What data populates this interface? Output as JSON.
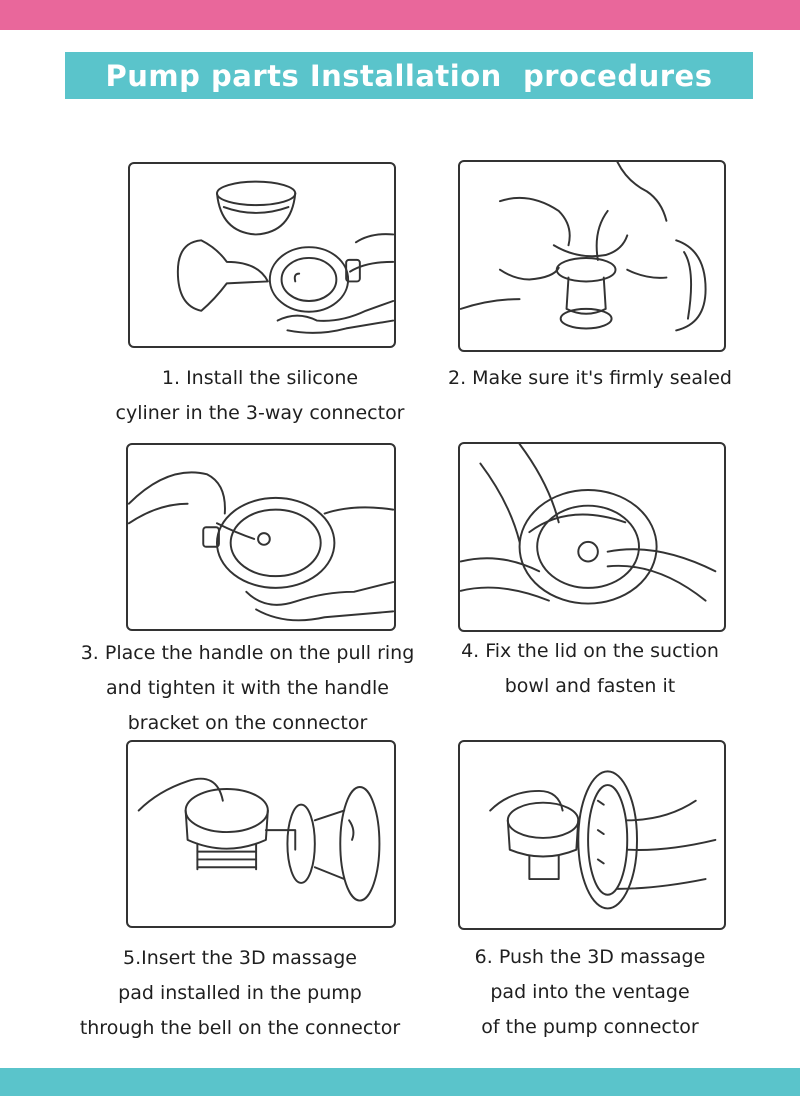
{
  "colors": {
    "top_stripe": "#e9679b",
    "banner": "#5ac4cb",
    "bottom_stripe": "#5ac4cb",
    "line_art": "#333333"
  },
  "header": {
    "title": "Pump parts Installation  procedures"
  },
  "steps": [
    {
      "lines": [
        "1. Install the silicone",
        "cyliner in the 3-way connector"
      ]
    },
    {
      "lines": [
        "2. Make sure  it's firmly sealed"
      ]
    },
    {
      "lines": [
        "3. Place the handle on the pull ring",
        "and tighten it with the handle",
        "bracket on the connector"
      ]
    },
    {
      "lines": [
        "4. Fix the lid on the suction",
        "bowl and fasten it"
      ]
    },
    {
      "lines": [
        "5.Insert the 3D massage",
        "pad installed in the pump",
        "through the bell on the connector"
      ]
    },
    {
      "lines": [
        "6. Push the 3D massage",
        "pad into the ventage",
        "of the pump connector"
      ]
    }
  ]
}
